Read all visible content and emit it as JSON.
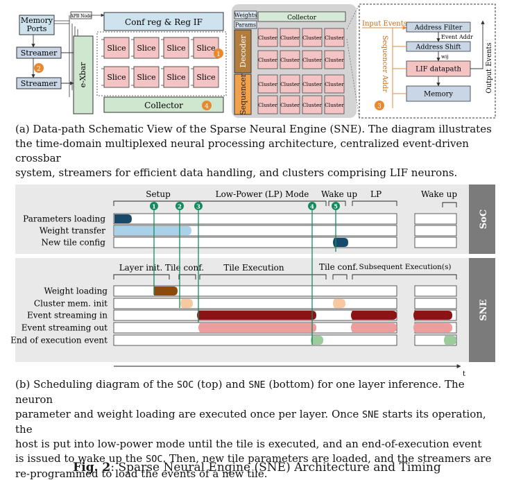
{
  "arch": {
    "memory_ports": [
      "Memory",
      "Ports"
    ],
    "apb_node": "APB Node",
    "conf_reg": "Conf reg & Reg IF",
    "streamer": "Streamer",
    "exbar": "e-Xbar",
    "slice": "Slice",
    "collector": "Collector",
    "weights": "Weights",
    "params": "Params",
    "decoder": "Decoder",
    "sequencer": "Sequencer",
    "cluster": "Cluster",
    "input_events": "Input Events",
    "address_filter": "Address Filter",
    "event_addr": "Event Addr",
    "address_shift": "Address Shift",
    "wij": "wij",
    "lif_datapath": "LIF datapath",
    "memory": "Memory",
    "sequencer_addr": "Sequencer Addr",
    "output_events": "Output Events",
    "badges": [
      "1",
      "2",
      "3",
      "4"
    ]
  },
  "caption_a": {
    "lines": [
      "(a) Data-path Schematic View of the Sparse Neural Engine (SNE). The diagram illustrates",
      "the time-domain multiplexed neural processing architecture, centralized event-driven crossbar",
      "system, streamers for efficient data handling, and clusters comprising LIF neurons."
    ]
  },
  "timing": {
    "phases_soc": [
      "Setup",
      "Low-Power (LP) Mode",
      "Wake up",
      "LP",
      "Wake up"
    ],
    "phases_sne": [
      "Layer init.",
      "Tile conf.",
      "Tile Execution",
      "Tile conf.",
      "Subsequent Execution(s)"
    ],
    "soc_rows": [
      "Parameters loading",
      "Weight transfer",
      "New tile config"
    ],
    "sne_rows": [
      "Weight loading",
      "Cluster mem. init",
      "Event streaming in",
      "Event streaming out",
      "End of execution event"
    ],
    "soc_label": "SoC",
    "sne_label": "SNE",
    "markers": [
      "1",
      "2",
      "3",
      "4",
      "5"
    ],
    "t_label": "t",
    "colors": {
      "dark_blue": "#174a6a",
      "light_blue": "#a9d2ea",
      "brown": "#8a4b0c",
      "peach": "#f6c9a0",
      "dark_red": "#8c1313",
      "salmon": "#ef9c9c",
      "green": "#9ccb9c",
      "marker_green": "#148a5e",
      "side_gray": "#7b7b7b"
    }
  },
  "caption_b": {
    "lines": [
      [
        "(b) Scheduling diagram of the ",
        "SOC",
        " (top) and ",
        "SNE",
        " (bottom) for one layer inference. The neuron"
      ],
      [
        "parameter and weight loading are executed once per layer. Once ",
        "SNE",
        " starts its operation, the"
      ],
      [
        "host is put into low-power mode until the tile is executed, and an end-of-execution event"
      ],
      [
        "is issued to wake up the ",
        "SOC",
        ". Then, new tile parameters are loaded, and the streamers are"
      ],
      [
        "re-programmed to load the events of a new tile."
      ]
    ]
  },
  "fig_caption": {
    "label": "Fig. 2",
    "text": ": Sparse Neural Engine (SNE) Architecture and Timing"
  }
}
